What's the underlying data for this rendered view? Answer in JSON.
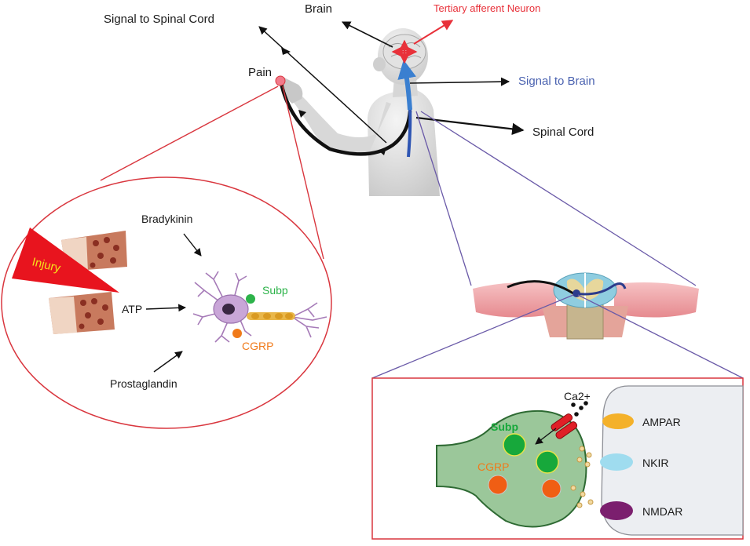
{
  "labels": {
    "brain": "Brain",
    "signal_to_spinal_cord": "Signal to Spinal Cord",
    "tertiary_afferent_neuron": "Tertiary afferent Neuron",
    "pain": "Pain",
    "signal_to_brain": "Signal to Brain",
    "spinal_cord": "Spinal Cord"
  },
  "injury_panel": {
    "injury": "Injury",
    "bradykinin": "Bradykinin",
    "atp": "ATP",
    "prostaglandin": "Prostaglandin",
    "subp": "Subp",
    "cgrp": "CGRP"
  },
  "synapse_panel": {
    "ca": "Ca2+",
    "subp": "Subp",
    "cgrp": "CGRP",
    "ampar": "AMPAR",
    "nkir": "NKIR",
    "nmdar": "NMDAR"
  },
  "colors": {
    "tertiary": "#e8313a",
    "signal_to_brain": "#4a62b0",
    "subp": "#2db34a",
    "cgrp": "#f07a1a",
    "panel_border": "#d9363e",
    "connector_purple": "#6a5aa8",
    "ampar": "#f4b12a",
    "nkir": "#9fdcef",
    "nmdar": "#7b1f6e"
  }
}
